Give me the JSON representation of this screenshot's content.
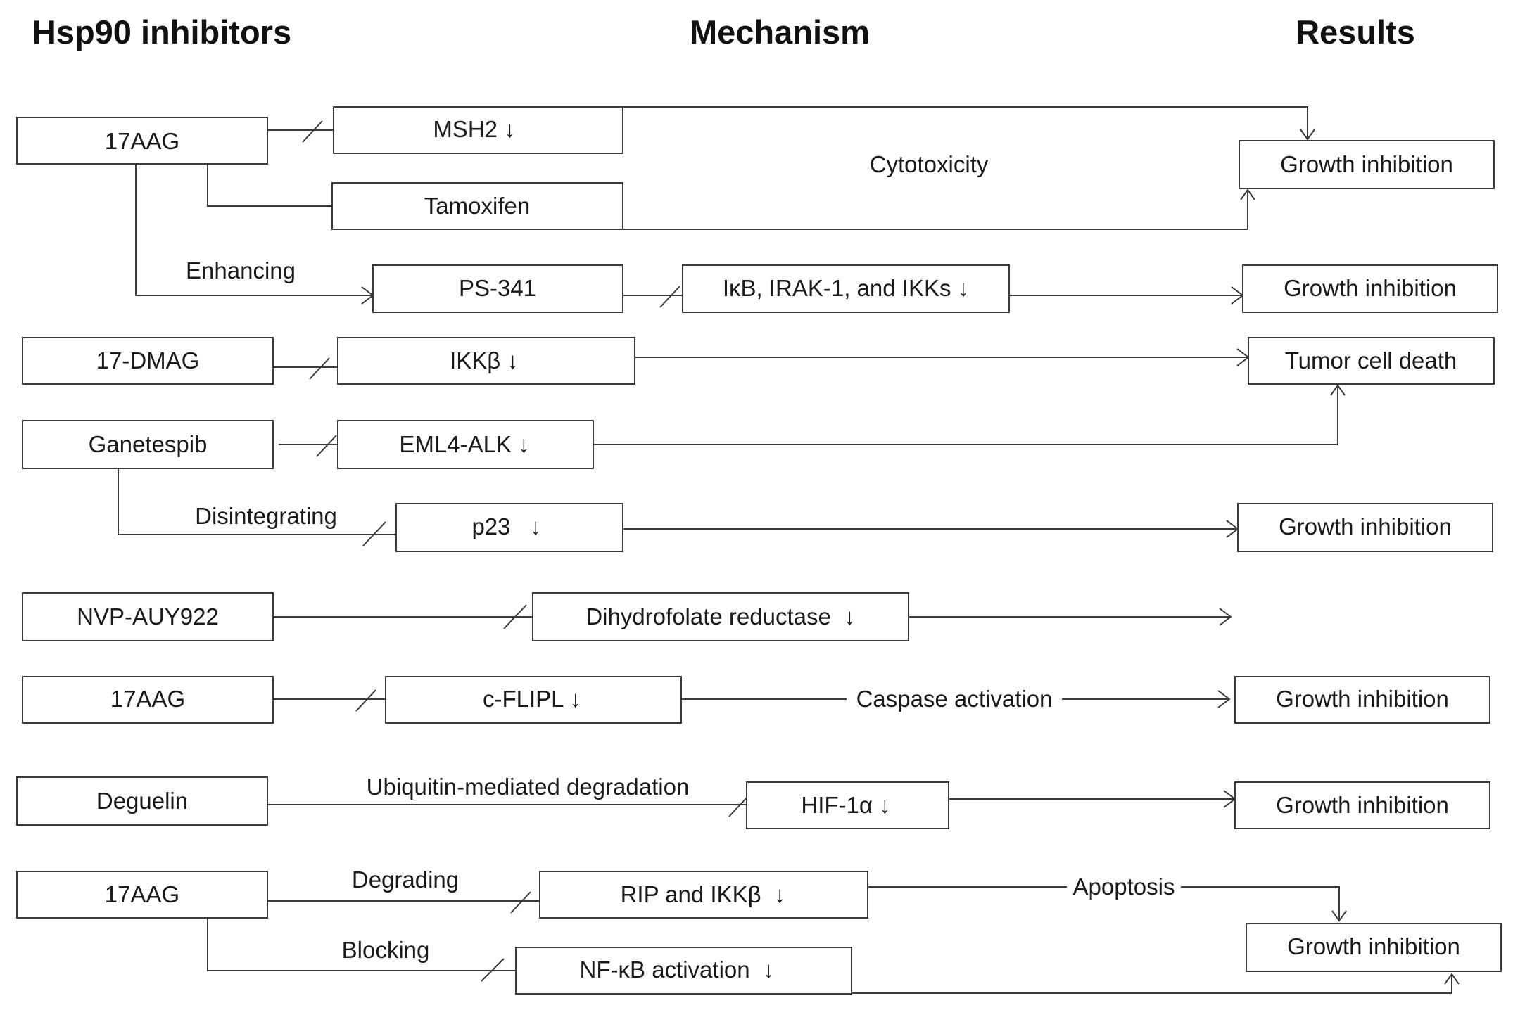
{
  "headers": {
    "inhibitors": "Hsp90 inhibitors",
    "mechanism": "Mechanism",
    "results": "Results"
  },
  "inhibitors": {
    "i1": "17AAG",
    "i2": "17-DMAG",
    "i3": "Ganetespib",
    "i4": "NVP-AUY922",
    "i5": "17AAG",
    "i6": "Deguelin",
    "i7": "17AAG"
  },
  "mechanisms": {
    "msh2": "MSH2 ↓",
    "tamoxifen": "Tamoxifen",
    "ps341": "PS-341",
    "ikb": "IκB, IRAK-1, and IKKs ↓",
    "ikkb": "IKKβ ↓",
    "eml4": "EML4-ALK ↓",
    "p23": "p23   ↓",
    "dhfr": "Dihydrofolate reductase  ↓",
    "cflip": "c-FLIPL ↓",
    "hif": "HIF-1α ↓",
    "rip": "RIP and IKKβ  ↓",
    "nfkb": "NF-κB activation  ↓"
  },
  "results": {
    "r1": "Growth inhibition",
    "r2": "Growth inhibition",
    "r3": "Tumor cell death",
    "r4": "Growth inhibition",
    "r5": "Growth inhibition",
    "r6": "Growth inhibition",
    "r7": "Growth inhibition"
  },
  "edge_labels": {
    "cytotoxicity": "Cytotoxicity",
    "enhancing": "Enhancing",
    "disintegrating": "Disintegrating",
    "caspase": "Caspase activation",
    "ubiquitin": "Ubiquitin-mediated degradation",
    "degrading": "Degrading",
    "blocking": "Blocking",
    "apoptosis": "Apoptosis"
  }
}
